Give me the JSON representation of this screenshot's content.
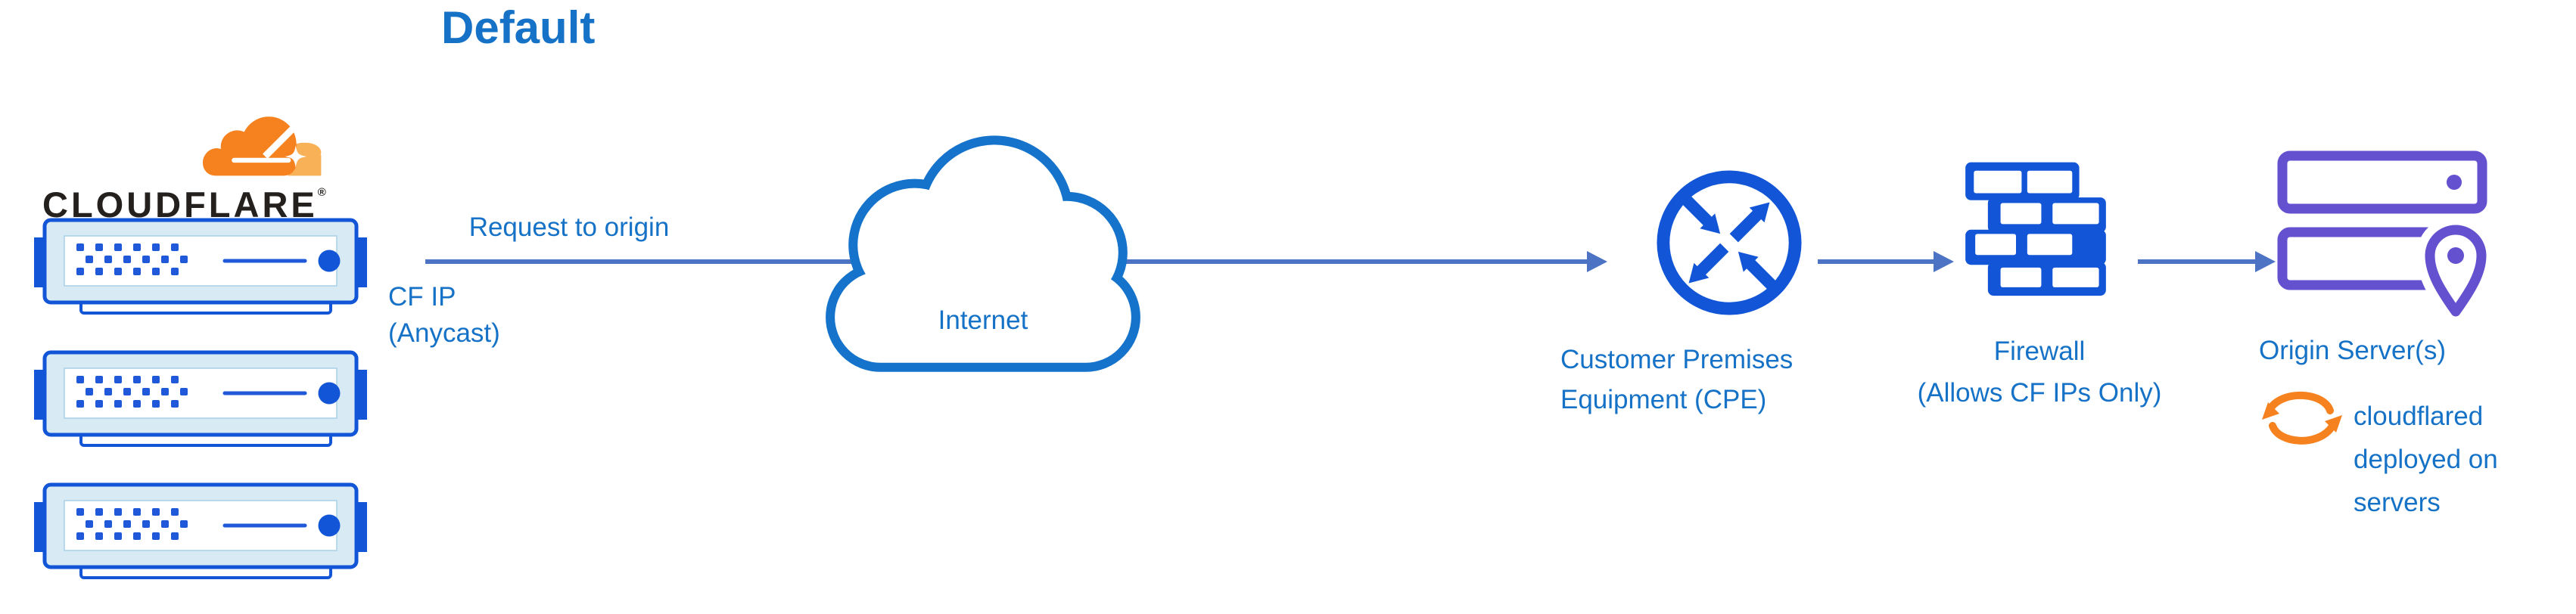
{
  "title": "Default",
  "colors": {
    "label_blue": "#1572c6",
    "icon_blue": "#1256d7",
    "arrow_slate_blue": "#4d73c5",
    "server_light_fill": "#d8eaf4",
    "purple": "#6351cf",
    "cf_orange": "#f6821f",
    "cf_orange_light": "#f9b158",
    "wordmark_black": "#23201e"
  },
  "logo": {
    "wordmark": "CLOUDFLARE",
    "registered_mark": "®",
    "icon": "cloudflare-cloud-logo"
  },
  "edge": {
    "icon": "edge-server-icon",
    "server_count": 3
  },
  "flow": {
    "request_label": "Request to origin",
    "cf_ip_line1": "CF IP",
    "cf_ip_line2": "(Anycast)"
  },
  "internet": {
    "label": "Internet",
    "icon": "internet-cloud-icon"
  },
  "cpe": {
    "label_line1": "Customer Premises",
    "label_line2": "Equipment (CPE)",
    "icon": "router-arrows-icon"
  },
  "firewall": {
    "label_line1": "Firewall",
    "label_line2": "(Allows CF IPs Only)",
    "icon": "brick-wall-icon"
  },
  "origin": {
    "label": "Origin Server(s)",
    "icon": "origin-servers-location-icon",
    "note_icon": "sync-arrows-icon",
    "note_line1": "cloudflared",
    "note_line2": "deployed on",
    "note_line3": "servers"
  }
}
